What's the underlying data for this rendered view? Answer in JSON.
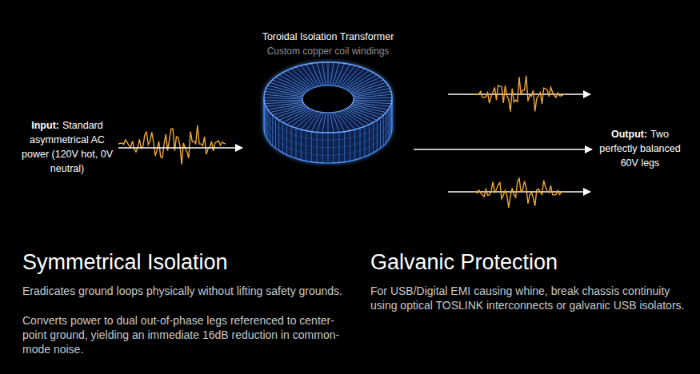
{
  "diagram": {
    "nodes": [
      {
        "text": [
          "Input:",
          "Standard asymmetrical AC power (120V hot, 0V neutral)"
        ]
      },
      {
        "text": [
          "Toroidal Isolation Transformer",
          "Custom copper coil windings"
        ]
      },
      {
        "text": [
          "Output:",
          "Two perfectly balanced 60V legs"
        ]
      }
    ],
    "edges": [
      {
        "from": 0,
        "to": 1,
        "arrow": "to"
      },
      {
        "from": 1,
        "to": 2,
        "arrow": "to"
      }
    ],
    "labels": [
      "Symmetrical Isolation",
      "Eradicates ground loops physically without lifting safety grounds.",
      "Converts power to dual out-of-phase legs referenced to center-point ground, yielding an immediate 16dB reduction in common-mode noise.",
      "Galvanic Protection",
      "For USB/Digital EMI causing whine, break chassis continuity using optical TOSLINK interconnects or galvanic USB isolators."
    ]
  }
}
